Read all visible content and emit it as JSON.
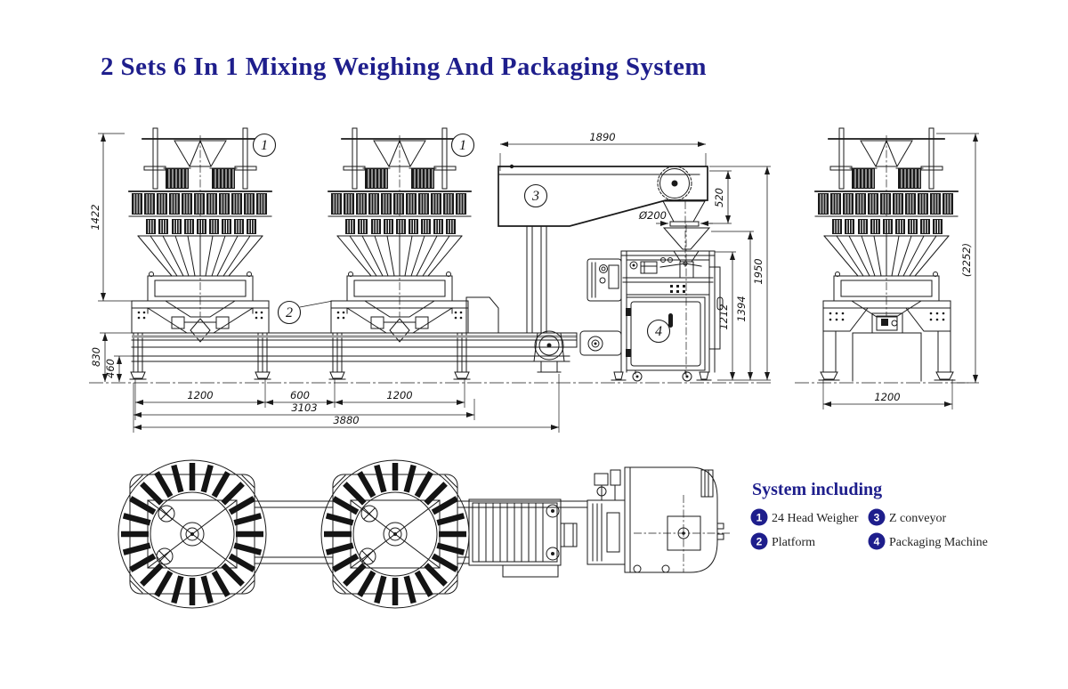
{
  "title": "2 Sets 6 In 1 Mixing Weighing And Packaging System",
  "colors": {
    "accent": "#1e1e8c",
    "line": "#1a1a1a",
    "background": "#ffffff"
  },
  "balloons": {
    "weigher_left": "1",
    "weigher_right": "1",
    "platform": "2",
    "z_conveyor": "3",
    "packaging": "4"
  },
  "front_view": {
    "dims": {
      "weigher_height": "1422",
      "platform_height": "830",
      "rail_height": "460",
      "leg_span_left": "1200",
      "leg_span_middle": "600",
      "leg_span_right": "1200",
      "frame_span": "3103",
      "total_span": "3880",
      "z_conveyor_reach": "1890",
      "discharge_height": "520",
      "outlet_diameter": "Ø200",
      "bagger_door_height": "1212",
      "bagger_frame_height": "1394",
      "bagger_total_height": "1950"
    }
  },
  "side_view": {
    "dims": {
      "overall_height": "(2252)",
      "base_width": "1200"
    }
  },
  "legend": {
    "heading": "System including",
    "items": [
      {
        "num": "1",
        "label": "24 Head Weigher"
      },
      {
        "num": "2",
        "label": "Platform"
      },
      {
        "num": "3",
        "label": "Z conveyor"
      },
      {
        "num": "4",
        "label": "Packaging Machine"
      }
    ]
  }
}
